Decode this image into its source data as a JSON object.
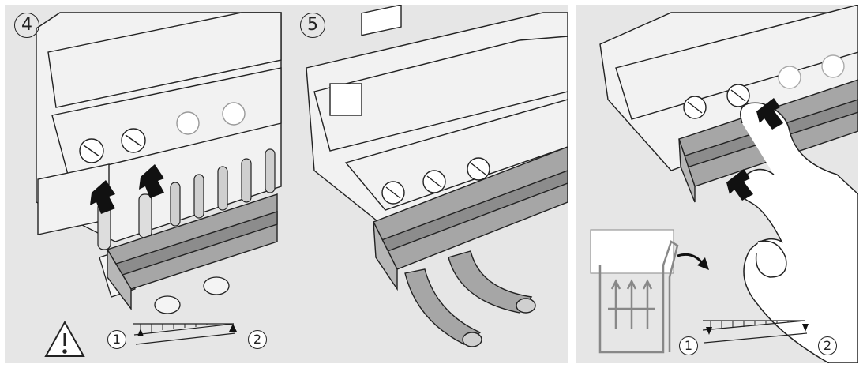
{
  "steps": [
    {
      "id": "4",
      "label": "4"
    },
    {
      "id": "5",
      "label": "5"
    }
  ],
  "detail_labels": {
    "p1_left": "1",
    "p1_right": "2",
    "p3_left": "1",
    "p3_right": "2"
  },
  "icons": [
    "warning-triangle-icon",
    "push-arrow-icon",
    "curved-arrow-icon"
  ],
  "colors": {
    "background": "#e6e6e6",
    "busbar": "#a6a6a6",
    "busbar_dark": "#8c8c8c",
    "line": "#222222",
    "arrow": "#111111",
    "breaker": "#f2f2f2"
  }
}
